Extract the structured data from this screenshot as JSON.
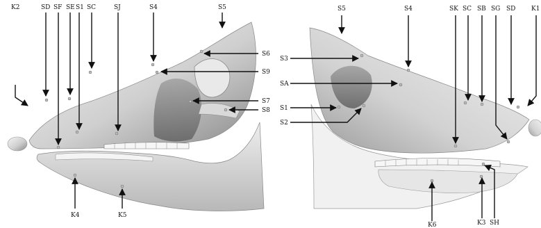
{
  "left_view": {
    "labels": [
      "K2",
      "SD",
      "SF",
      "SE",
      "S1",
      "SC",
      "SJ",
      "S4",
      "S5",
      "S6",
      "S9",
      "S7",
      "S8",
      "K4",
      "K5"
    ]
  },
  "right_view": {
    "labels": [
      "S5",
      "S4",
      "SK",
      "SC",
      "SB",
      "SG",
      "SD",
      "K1",
      "S3",
      "SA",
      "S1",
      "S2",
      "K6",
      "K3",
      "SH"
    ]
  }
}
